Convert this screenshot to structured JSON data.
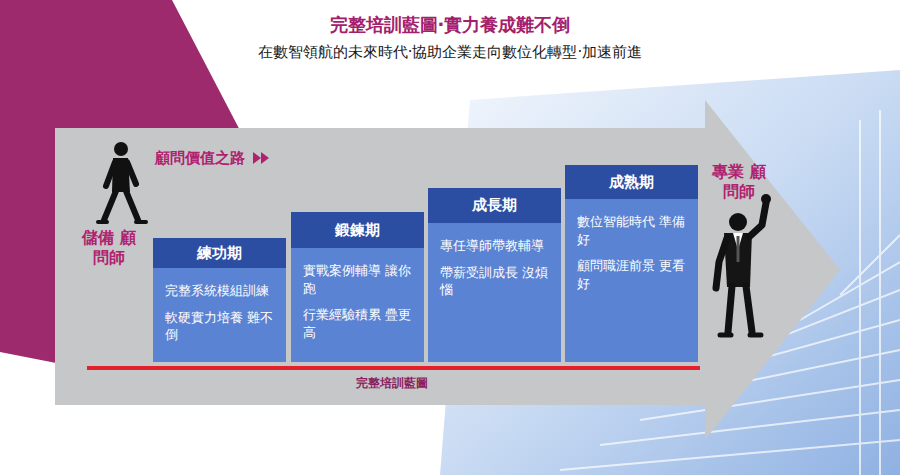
{
  "diagram": {
    "title": "完整培訓藍圖‧實力養成難不倒",
    "nodes": [
      {
        "text": [
          "顧問價值之路",
          "儲備 顧問師",
          "完整培訓藍圖",
          "專業 顧問師"
        ]
      },
      {
        "text": [
          "練功期",
          "完整系統模組訓練",
          "軟硬實力培養 難不倒"
        ],
        "in": 0
      },
      {
        "text": [
          "鍛鍊期",
          "實戰案例輔導 讓你跑",
          "行業經驗積累 疊更高"
        ],
        "in": 0
      },
      {
        "text": [
          "成長期",
          "專任導師帶教輔導",
          "帶薪受訓成長 沒煩惱"
        ],
        "in": 0
      },
      {
        "text": [
          "成熟期",
          "數位智能時代 準備好",
          "顧問職涯前景 更看好"
        ],
        "in": 0
      }
    ],
    "labels": [
      "在數智領航的未來時代‧協助企業走向數位化轉型‧加速前進"
    ]
  }
}
